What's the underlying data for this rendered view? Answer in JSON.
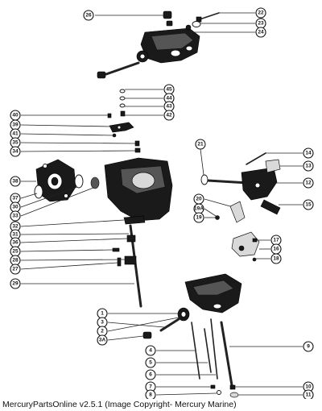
{
  "caption": "MercuryPartsOnline v2.5.1 (Image Copyright- Mercury Marine)",
  "callouts": {
    "c26": "26",
    "c22": "22",
    "c23": "23",
    "c24": "24",
    "c45": "45",
    "c44": "44",
    "c43": "43",
    "c42": "42",
    "c40": "40",
    "c39": "39",
    "c41": "41",
    "c35": "35",
    "c34": "34",
    "c21": "21",
    "c14": "14",
    "c13": "13",
    "c12": "12",
    "c15": "15",
    "c38": "38",
    "c37": "37",
    "c30": "30",
    "c33": "33",
    "c32": "32",
    "c31": "31",
    "c36": "36",
    "c25": "25",
    "c28": "28",
    "c27": "27",
    "c29": "29",
    "c20": "20",
    "c19a": "19A",
    "c19": "19",
    "c17": "17",
    "c16": "16",
    "c18": "18",
    "c1": "1",
    "c3": "3",
    "c2": "2",
    "c3a": "3A",
    "c4": "4",
    "c5": "5",
    "c6": "6",
    "c7": "7",
    "c8": "8",
    "c9": "9",
    "c10": "10",
    "c11": "11"
  }
}
